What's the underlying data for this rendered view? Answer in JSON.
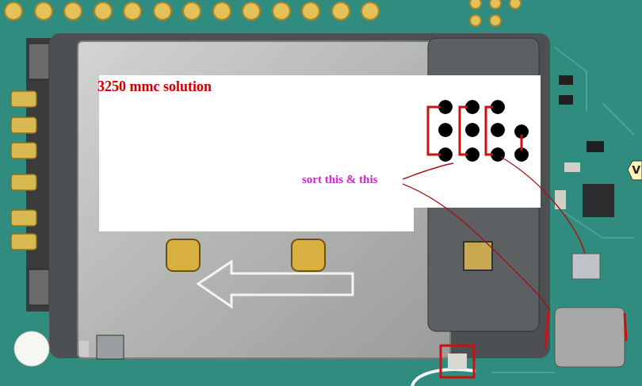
{
  "diagram": {
    "title": "3250 mmc solution",
    "labels": [
      "sort this & this",
      "V"
    ]
  }
}
